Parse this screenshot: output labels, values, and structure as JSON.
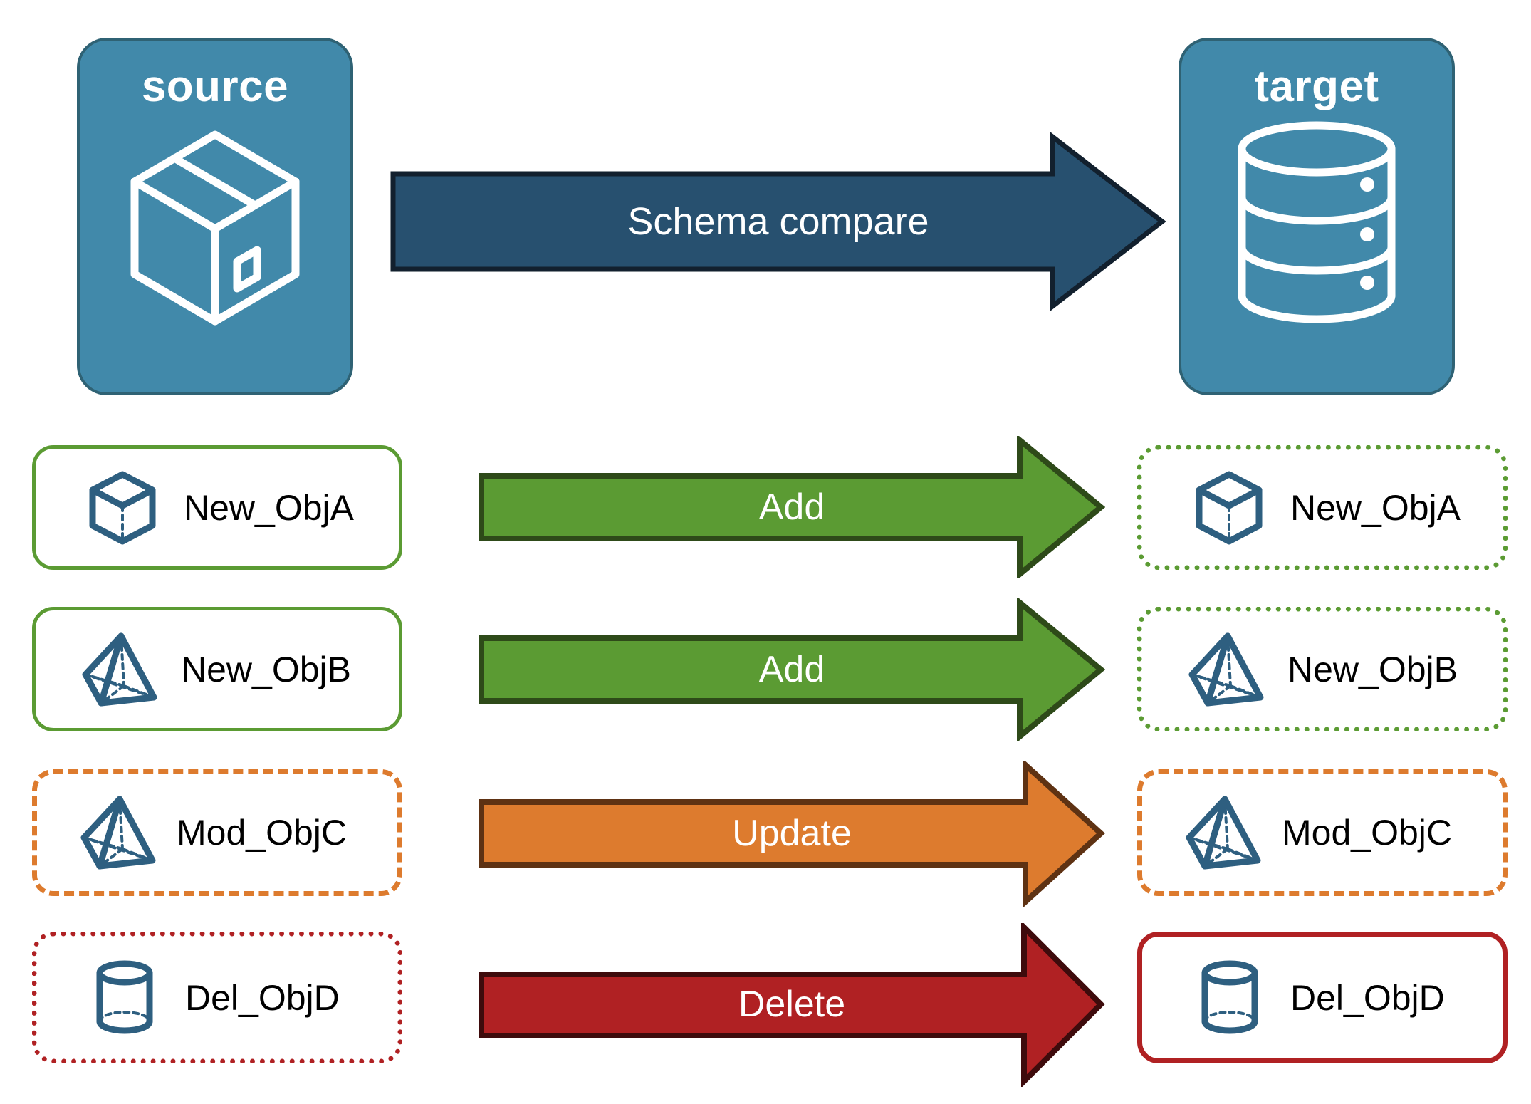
{
  "endpoints": {
    "source": {
      "title": "source",
      "icon": "package-box-icon",
      "fill": "#4189AA",
      "stroke": "#2F6274"
    },
    "target": {
      "title": "target",
      "icon": "database-cylinder-icon",
      "fill": "#4189AA",
      "stroke": "#2F6274"
    }
  },
  "compare_arrow": {
    "label": "Schema compare",
    "fill": "#27506F",
    "stroke": "#12202E",
    "text_color": "#ffffff"
  },
  "legend_colors": {
    "add": "#5B9B33",
    "add_outline": "#2E4A19",
    "update": "#DD7B2E",
    "update_outline": "#5E3213",
    "delete": "#B02123",
    "delete_outline": "#3E0B0C",
    "object_icon": "#2E5F80"
  },
  "rows": [
    {
      "action": "Add",
      "source": {
        "label": "New_ObjA",
        "icon": "wireframe-cube-icon",
        "border_style": "solid",
        "border_color": "#5B9B33"
      },
      "target": {
        "label": "New_ObjA",
        "icon": "wireframe-cube-icon",
        "border_style": "dotted",
        "border_color": "#5B9B33"
      },
      "arrow": {
        "label": "Add",
        "fill": "#5B9B33",
        "stroke": "#2E4A19"
      }
    },
    {
      "action": "Add",
      "source": {
        "label": "New_ObjB",
        "icon": "wireframe-pyramid-icon",
        "border_style": "solid",
        "border_color": "#5B9B33"
      },
      "target": {
        "label": "New_ObjB",
        "icon": "wireframe-pyramid-icon",
        "border_style": "dotted",
        "border_color": "#5B9B33"
      },
      "arrow": {
        "label": "Add",
        "fill": "#5B9B33",
        "stroke": "#2E4A19"
      }
    },
    {
      "action": "Update",
      "source": {
        "label": "Mod_ObjC",
        "icon": "wireframe-pyramid-icon",
        "border_style": "dashed",
        "border_color": "#DD7B2E"
      },
      "target": {
        "label": "Mod_ObjC",
        "icon": "wireframe-pyramid-icon",
        "border_style": "dashed",
        "border_color": "#DD7B2E"
      },
      "arrow": {
        "label": "Update",
        "fill": "#DD7B2E",
        "stroke": "#5E3213"
      }
    },
    {
      "action": "Delete",
      "source": {
        "label": "Del_ObjD",
        "icon": "wireframe-cylinder-icon",
        "border_style": "dotted",
        "border_color": "#B02123"
      },
      "target": {
        "label": "Del_ObjD",
        "icon": "wireframe-cylinder-icon",
        "border_style": "solid",
        "border_color": "#B02123"
      },
      "arrow": {
        "label": "Delete",
        "fill": "#B02123",
        "stroke": "#3E0B0C"
      }
    }
  ]
}
